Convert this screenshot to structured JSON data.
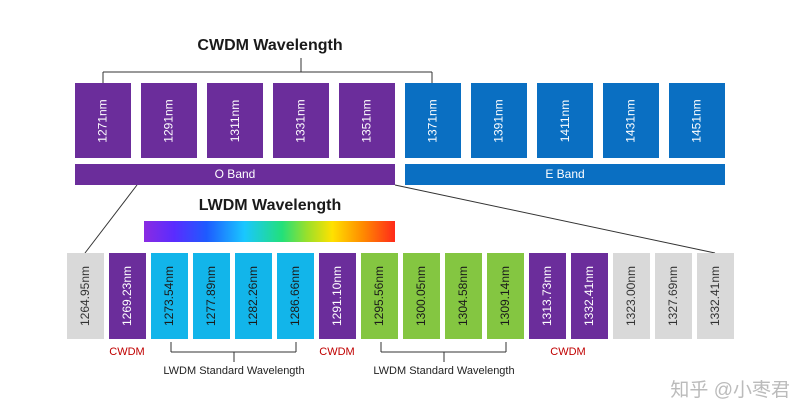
{
  "titles": {
    "cwdm": "CWDM Wavelength",
    "lwdm": "LWDM Wavelength"
  },
  "cwdm_channels": [
    "1271nm",
    "1291nm",
    "1311nm",
    "1331nm",
    "1351nm",
    "1371nm",
    "1391nm",
    "1411nm",
    "1431nm",
    "1451nm"
  ],
  "bands": {
    "o_band": "O Band",
    "e_band": "E Band"
  },
  "lwdm_channels": [
    "1264.95nm",
    "1269.23nm",
    "1273.54nm",
    "1277.89nm",
    "1282.26nm",
    "1286.66nm",
    "1291.10nm",
    "1295.56nm",
    "1300.05nm",
    "1304.58nm",
    "1309.14nm",
    "1313.73nm",
    "1332.41nm",
    "1323.00nm",
    "1327.69nm",
    "1332.41nm"
  ],
  "labels": {
    "cwdm_1": "CWDM",
    "cwdm_2": "CWDM",
    "cwdm_3": "CWDM",
    "lwdm_std_1": "LWDM Standard Wavelength",
    "lwdm_std_2": "LWDM Standard Wavelength"
  },
  "watermark": "知乎 @小枣君",
  "colors": {
    "purple": "#6b2d9b",
    "blue": "#0a6fc2",
    "cyan": "#12b5ea",
    "green": "#84c641",
    "gray": "#d9d9d9",
    "red_label": "#c00000"
  }
}
